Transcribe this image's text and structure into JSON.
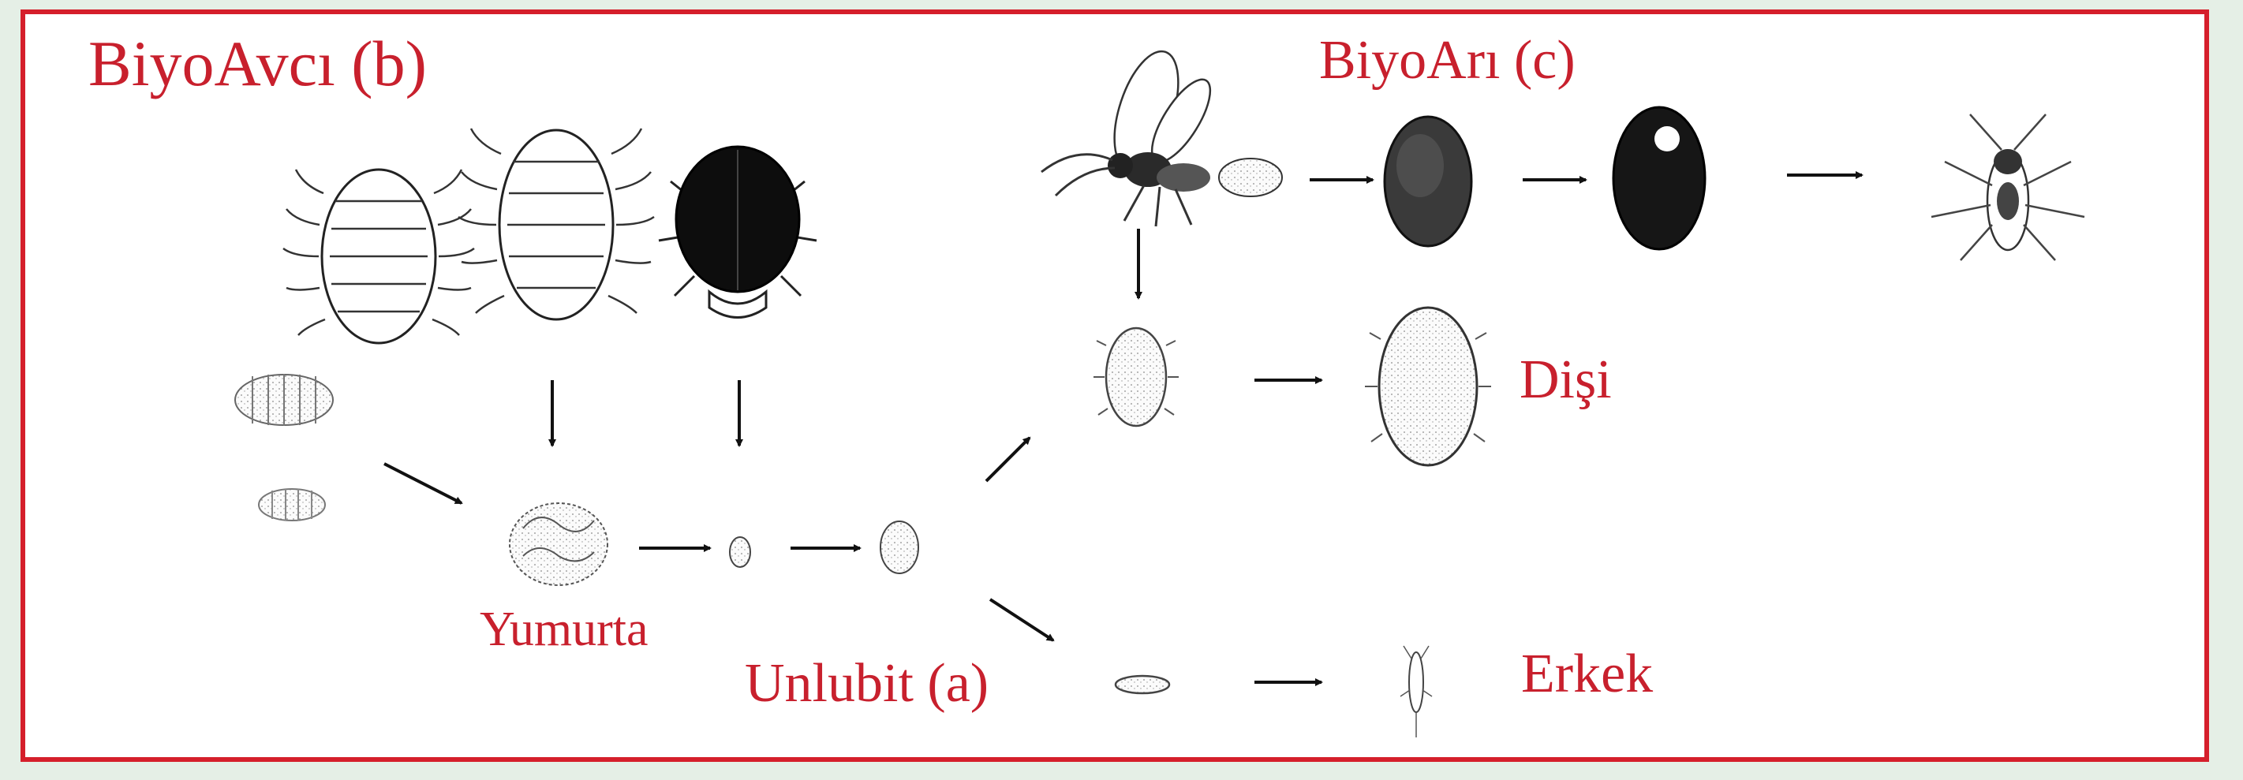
{
  "diagram": {
    "labels": {
      "predator": "BiyoAvcı (b)",
      "wasp": "BiyoArı (c)",
      "female": "Dişi",
      "male": "Erkek",
      "egg": "Yumurta",
      "mealybug": "Unlubit (a)"
    },
    "colors": {
      "frame_border": "#d51f2b",
      "label_text": "#c8202d",
      "background": "#e5efe6",
      "panel": "#ffffff"
    },
    "icons": [
      "ladybird-larva-icon",
      "ladybird-adult-icon",
      "parasitoid-wasp-icon",
      "mummy-icon",
      "mealybug-icon",
      "egg-mass-icon",
      "arrow-icon"
    ]
  }
}
